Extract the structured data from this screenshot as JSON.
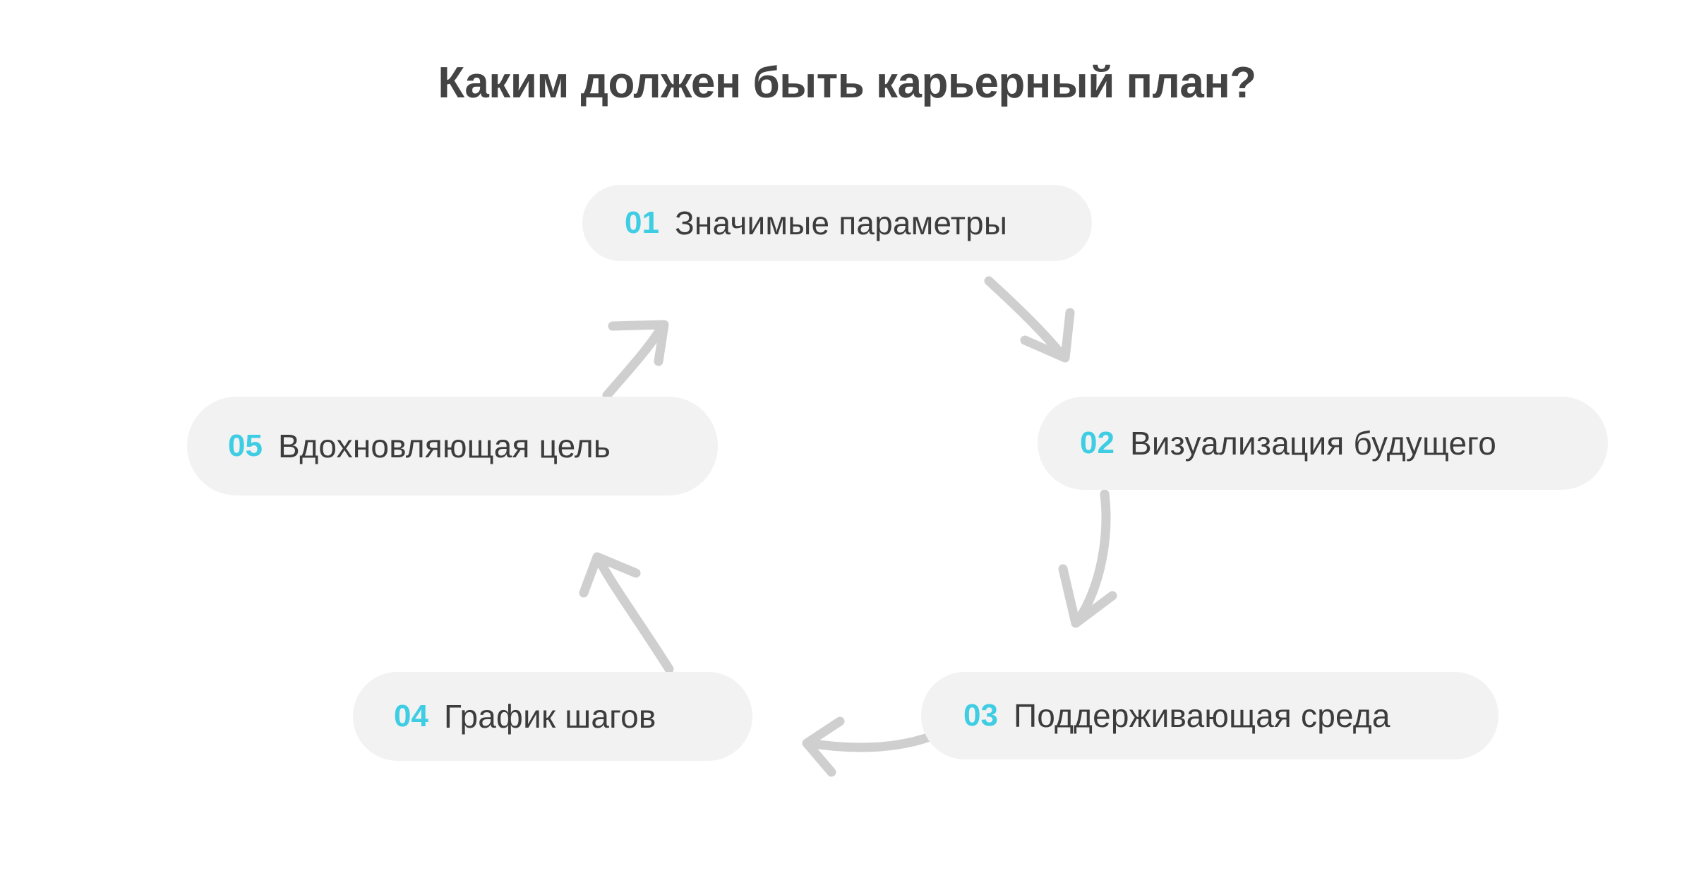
{
  "page": {
    "title": "Каким должен быть карьерный план?",
    "background_color": "#FFFFFF",
    "accent_color": "#3FCDE4",
    "pill_color": "#F2F2F2",
    "text_color": "#3C3C3C",
    "title_color": "#434343",
    "arrow_color": "#CFCFCF"
  },
  "steps": [
    {
      "number": "01",
      "label": "Значимые параметры"
    },
    {
      "number": "02",
      "label": "Визуализация будущего"
    },
    {
      "number": "03",
      "label": "Поддерживающая среда"
    },
    {
      "number": "04",
      "label": "График шагов"
    },
    {
      "number": "05",
      "label": "Вдохновляющая цель"
    }
  ],
  "connectors": [
    {
      "from": "01",
      "to": "02",
      "direction": "down-right"
    },
    {
      "from": "02",
      "to": "03",
      "direction": "down"
    },
    {
      "from": "03",
      "to": "04",
      "direction": "left"
    },
    {
      "from": "04",
      "to": "05",
      "direction": "up-left"
    },
    {
      "from": "05",
      "to": "01",
      "direction": "up-right"
    }
  ]
}
